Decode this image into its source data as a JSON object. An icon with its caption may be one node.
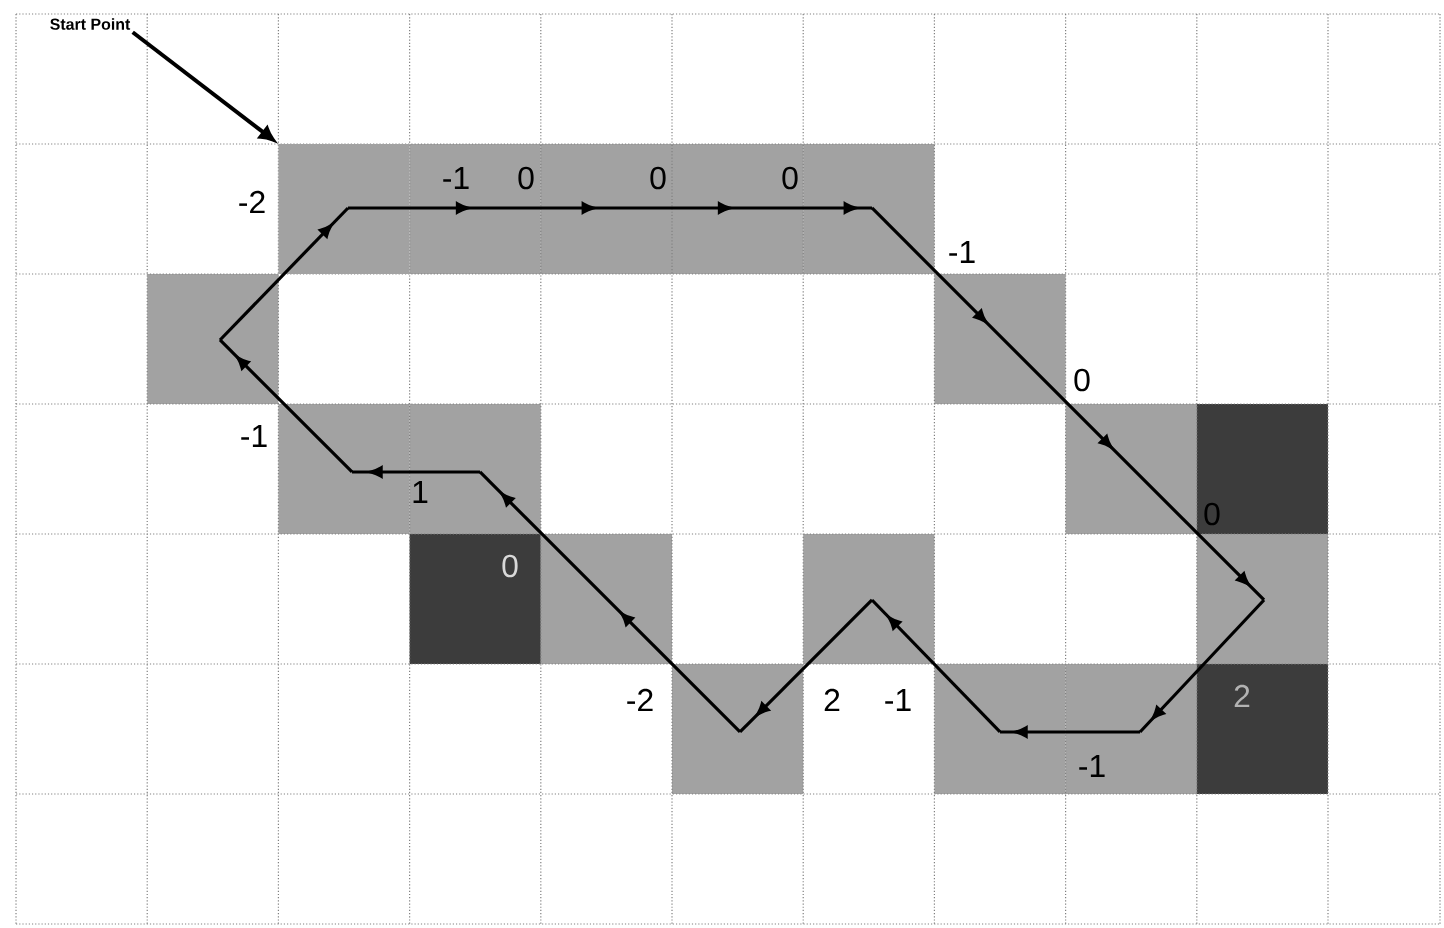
{
  "diagram": {
    "nodes": [
      {
        "text": [
          "Start Point"
        ]
      },
      {
        "text": [],
        "shape": "box"
      }
    ],
    "edges": [
      {
        "from": 0,
        "to": 1,
        "arrow": "to"
      }
    ],
    "labels": [
      "-1",
      "0",
      "0",
      "0",
      "-2",
      "-1",
      "0",
      "-1",
      "1",
      "0",
      "0",
      "-2",
      "2",
      "-1",
      "2",
      "-1"
    ]
  }
}
